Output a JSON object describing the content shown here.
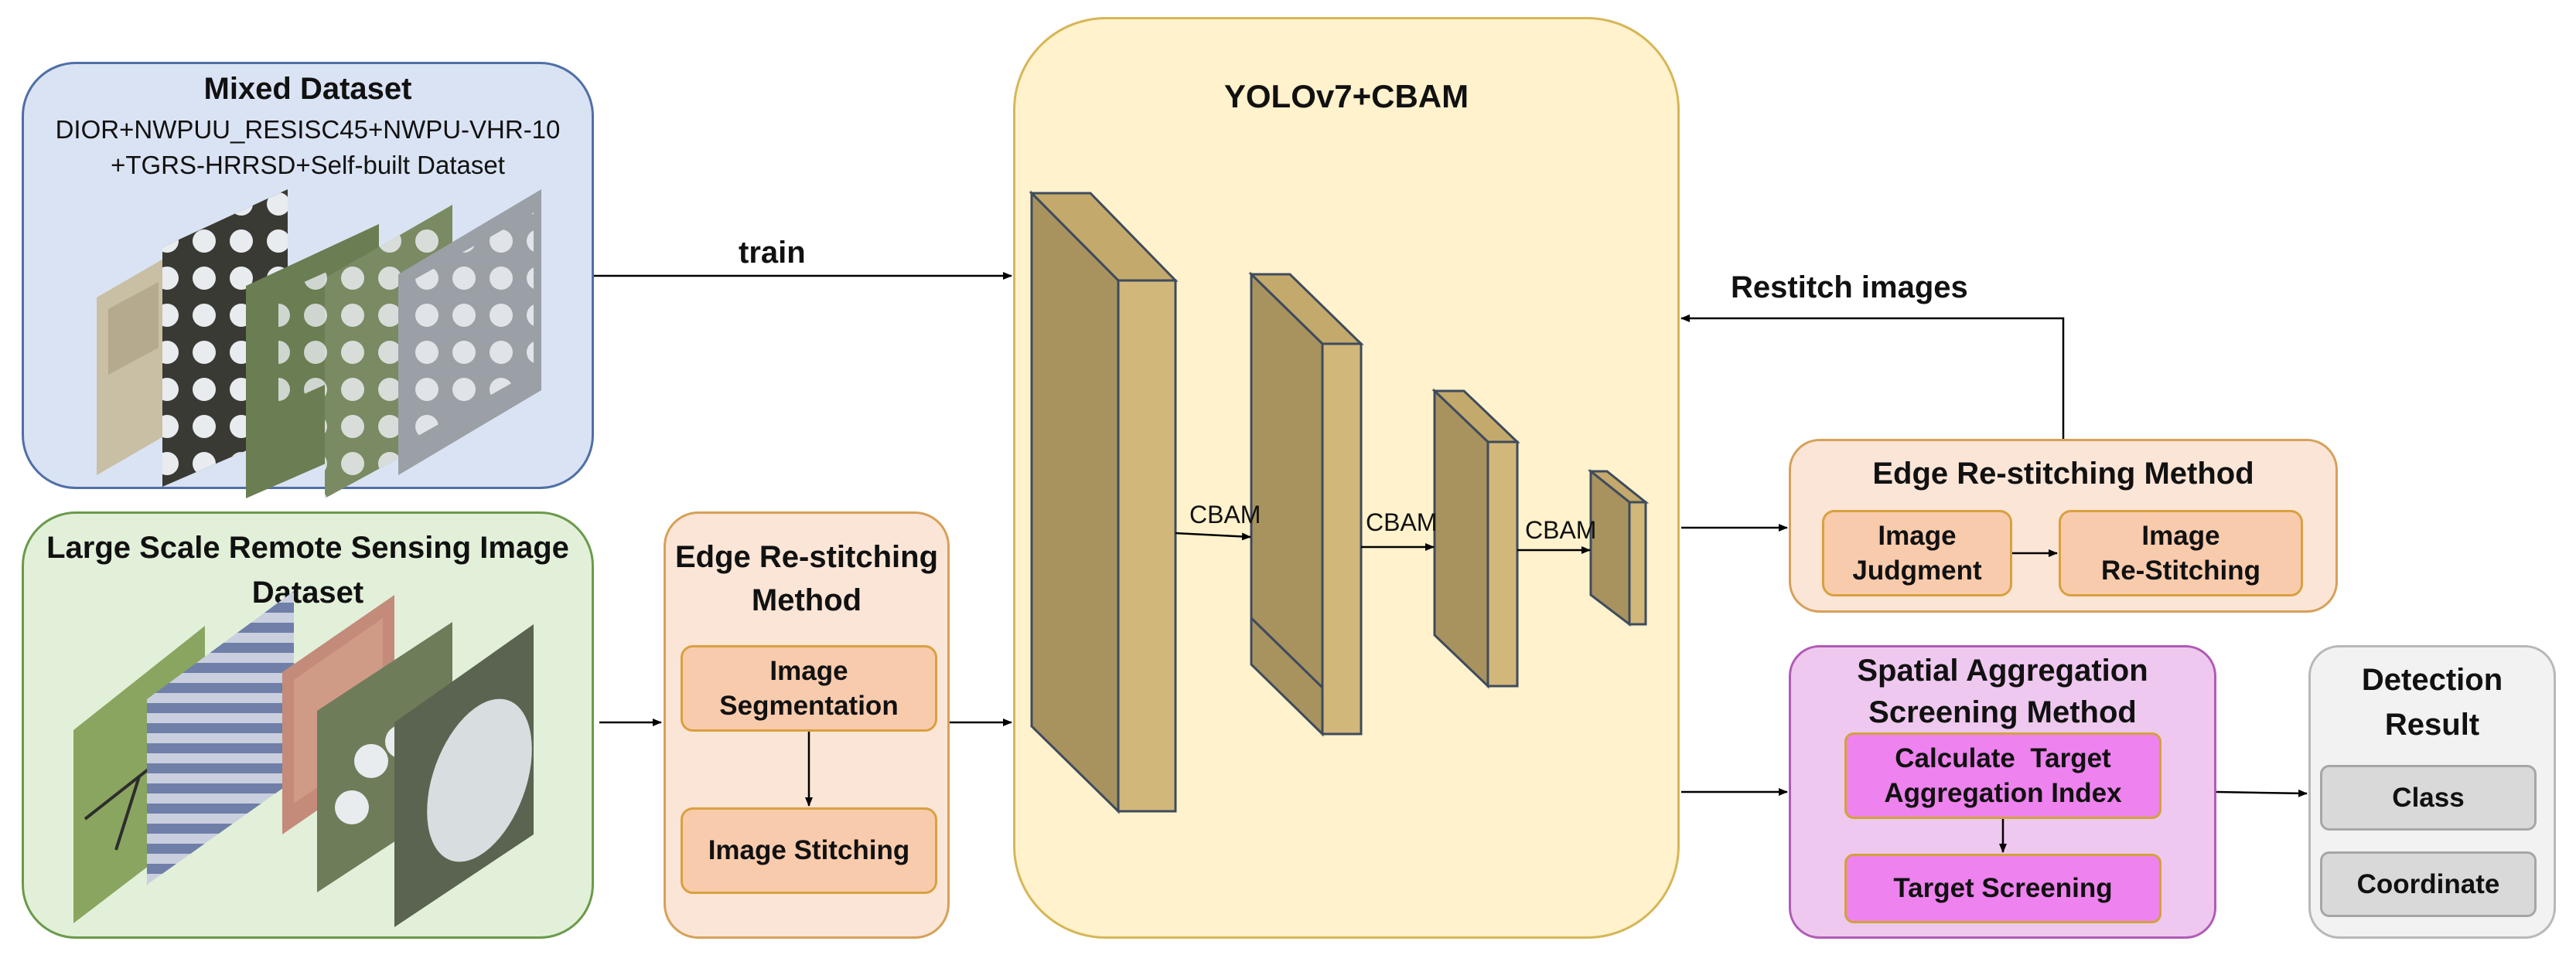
{
  "colors": {
    "mixed_fill": "#dae3f3",
    "mixed_border": "#4f6fa6",
    "large_fill": "#e2f0d9",
    "large_border": "#6a9a4b",
    "edge_fill": "#fbe5d6",
    "edge_border": "#d6a15a",
    "inner_orange_fill": "#f8cbad",
    "inner_orange_border": "#d9a040",
    "yolo_fill": "#fff2cc",
    "yolo_border": "#d6b656",
    "block_front": "#d2b77a",
    "block_side": "#a8935f",
    "spatial_fill": "#eec8ef",
    "spatial_border": "#b05bb5",
    "inner_magenta_fill": "#ee82ee",
    "inner_magenta_border": "#d2a23a",
    "detect_fill": "#f2f2f2",
    "detect_border": "#b8b8b8",
    "detect_inner_fill": "#d9d9d9",
    "detect_inner_border": "#a6a6a6"
  },
  "mixed_dataset": {
    "title": "Mixed Dataset",
    "line1": "DIOR+NWPUU_RESISC45+NWPU-VHR-10",
    "line2": "+TGRS-HRRSD+Self-built Dataset"
  },
  "large_dataset": {
    "title_line1": "Large Scale Remote Sensing Image",
    "title_line2": "Dataset"
  },
  "edge_left": {
    "title_line1": "Edge Re-stitching",
    "title_line2": "Method",
    "segmentation_line1": "Image",
    "segmentation_line2": "Segmentation",
    "stitching": "Image Stitching"
  },
  "yolo": {
    "title": "YOLOv7+CBAM",
    "cbam_1": "CBAM",
    "cbam_2": "CBAM",
    "cbam_3": "CBAM"
  },
  "arrows": {
    "train": "train",
    "restitch": "Restitch images"
  },
  "edge_right": {
    "title": "Edge Re-stitching Method",
    "judgment_line1": "Image",
    "judgment_line2": "Judgment",
    "restitching_line1": "Image",
    "restitching_line2": "Re-Stitching"
  },
  "spatial": {
    "title_line1": "Spatial Aggregation",
    "title_line2": "Screening Method",
    "calc_line1": "Calculate  Target",
    "calc_line2": "Aggregation Index",
    "screening": "Target Screening"
  },
  "detection": {
    "title_line1": "Detection",
    "title_line2": "Result",
    "class": "Class",
    "coordinate": "Coordinate"
  }
}
